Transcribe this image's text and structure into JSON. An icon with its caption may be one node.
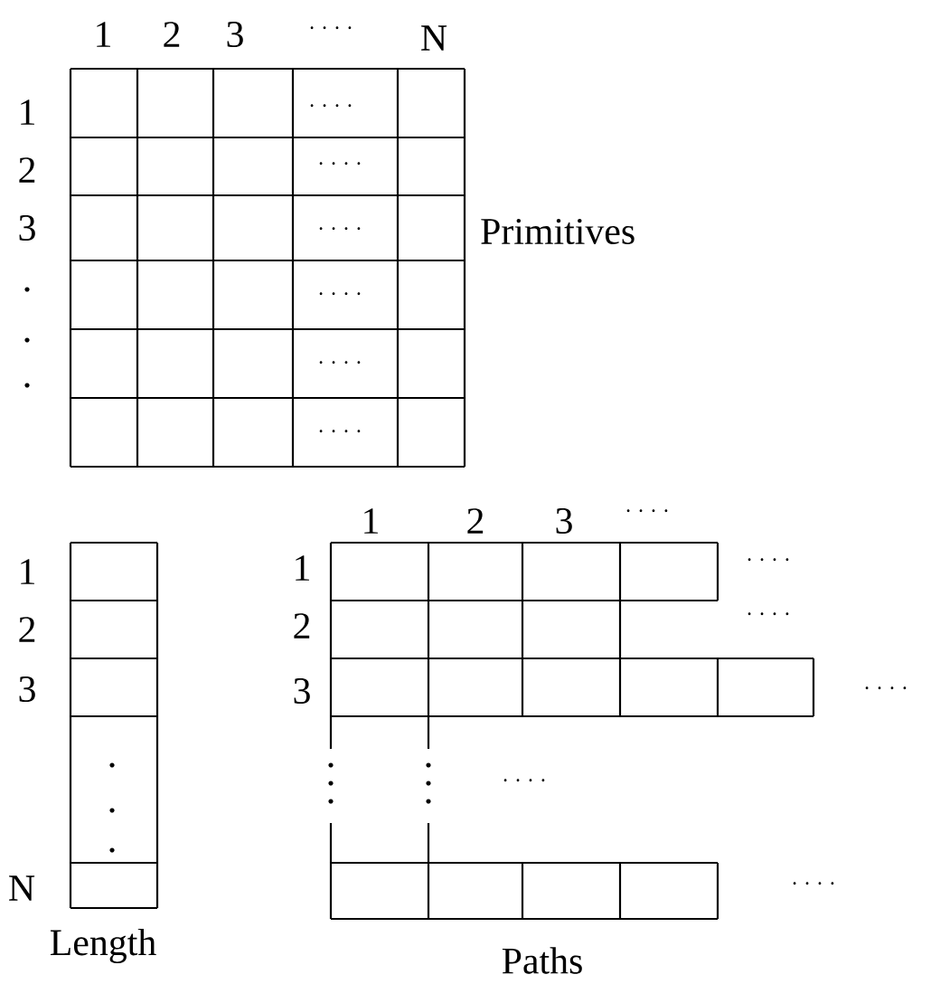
{
  "diagram": {
    "labels": [
      "1",
      "2",
      "3",
      "· · · ·",
      "N",
      "1",
      "· · · ·",
      "2",
      "· · · ·",
      "3",
      "· · · ·",
      "Primitives",
      "· · · ·",
      "· · · ·",
      "· · · ·",
      "1",
      "2",
      "3",
      "· · · ·",
      "1",
      "1",
      "· · · ·",
      "2",
      "2",
      "· · · ·",
      "3",
      "3",
      "· · · ·",
      "· · · ·",
      "N",
      "· · · ·",
      "Length",
      "Paths"
    ]
  }
}
